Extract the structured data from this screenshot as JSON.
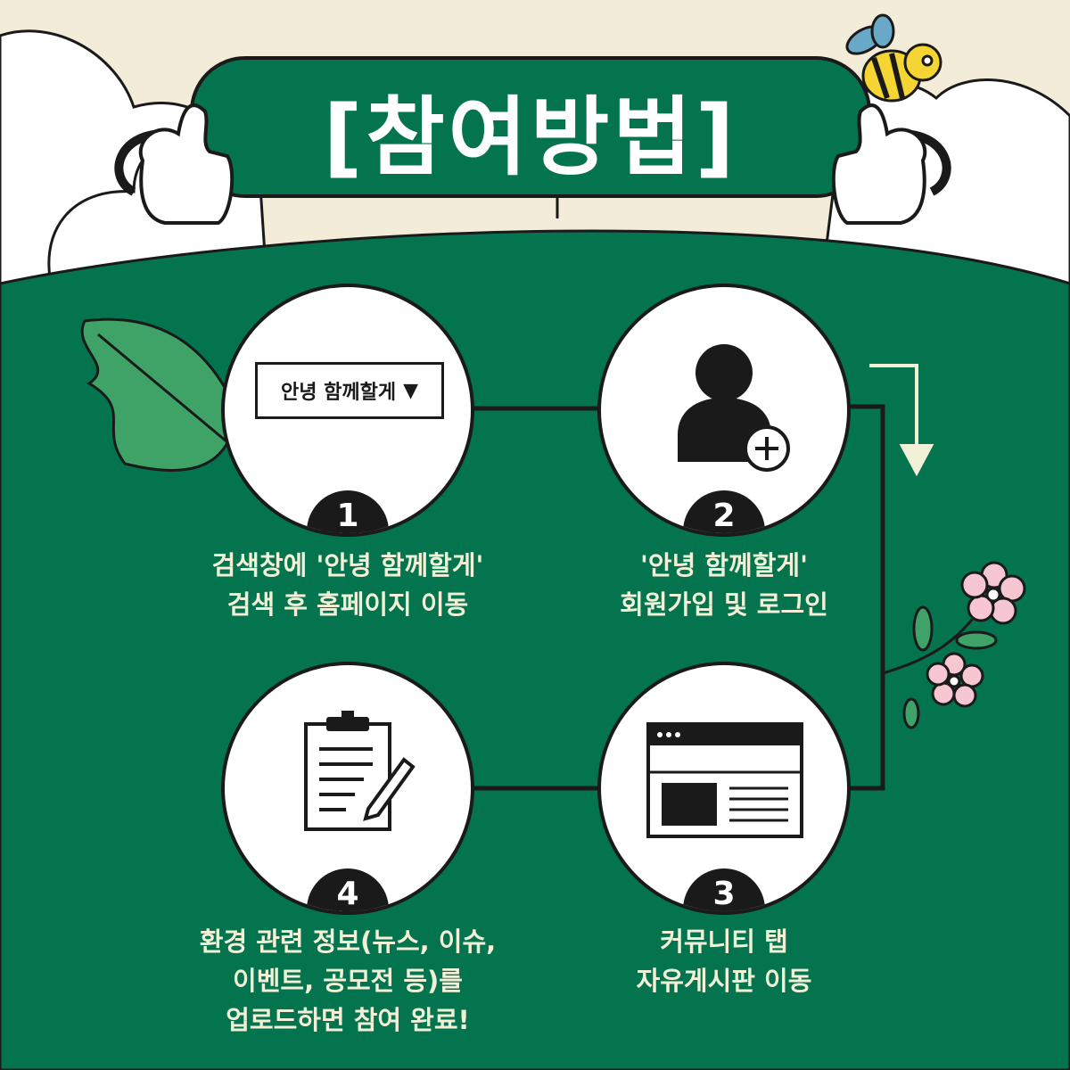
{
  "title": "[참여방법]",
  "colors": {
    "green": "#04744f",
    "cream": "#f3ecd8",
    "text": "#f3f0d8",
    "dark": "#1a1a1a"
  },
  "steps": [
    {
      "number": "1",
      "icon": "search-dropdown-icon",
      "search_text": "안녕 함께할게",
      "dropdown_glyph": "▼",
      "lines": [
        "검색창에 '안녕 함께할게'",
        "검색 후 홈페이지 이동"
      ]
    },
    {
      "number": "2",
      "icon": "add-user-icon",
      "lines": [
        "'안녕 함께할게'",
        "회원가입 및 로그인"
      ]
    },
    {
      "number": "3",
      "icon": "browser-window-icon",
      "lines": [
        "커뮤니티 탭",
        "자유게시판 이동"
      ]
    },
    {
      "number": "4",
      "icon": "clipboard-pencil-icon",
      "lines": [
        "환경 관련 정보(뉴스, 이슈,",
        "이벤트, 공모전 등)를",
        "업로드하면 참여 완료!"
      ]
    }
  ]
}
